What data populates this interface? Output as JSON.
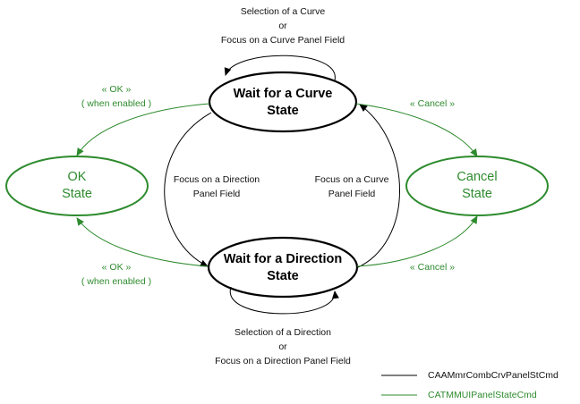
{
  "states": {
    "wait_curve": {
      "line1": "Wait for a Curve",
      "line2": "State"
    },
    "wait_direction": {
      "line1": "Wait for a Direction",
      "line2": "State"
    },
    "ok": {
      "line1": "OK",
      "line2": "State"
    },
    "cancel": {
      "line1": "Cancel",
      "line2": "State"
    }
  },
  "transitions": {
    "curve_self": [
      "Selection of a Curve",
      "or",
      "Focus on a Curve Panel Field"
    ],
    "direction_self": [
      "Selection of a Direction",
      "or",
      "Focus on a Direction Panel Field"
    ],
    "curve_to_direction": [
      "Focus on a Direction",
      "Panel Field"
    ],
    "direction_to_curve": [
      "Focus on a Curve",
      "Panel Field"
    ],
    "ok_top": [
      "« OK »",
      "( when enabled )"
    ],
    "ok_bottom": [
      "« OK »",
      "( when enabled )"
    ],
    "cancel_top": "« Cancel »",
    "cancel_bottom": "« Cancel »"
  },
  "legend": [
    {
      "label": "CAAMmrCombCrvPanelStCmd",
      "color": "#000000"
    },
    {
      "label": "CATMMUIPanelStateCmd",
      "color": "#2e8b2e"
    }
  ]
}
